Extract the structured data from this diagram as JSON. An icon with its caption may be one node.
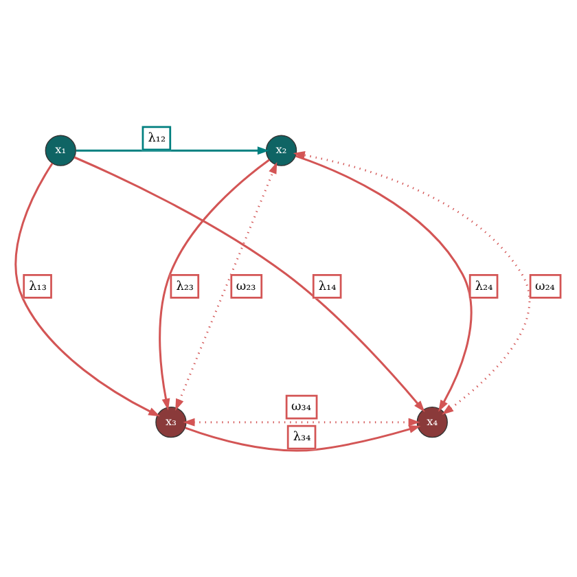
{
  "diagram": {
    "nodes": [
      {
        "text": [
          "x₁"
        ]
      },
      {
        "text": [
          "x₂"
        ]
      },
      {
        "text": [
          "x₃"
        ]
      },
      {
        "text": [
          "x₄"
        ]
      }
    ],
    "edges": [
      {
        "from": 0,
        "to": 1,
        "arrow": "to",
        "label": "λ₁₂",
        "color": "#007f7f"
      },
      {
        "from": 0,
        "to": 3,
        "arrow": "to",
        "label": "λ₁₄"
      },
      {
        "from": 0,
        "to": 2,
        "arrow": "to",
        "label": "λ₁₃"
      },
      {
        "from": 2,
        "to": 1,
        "arrow": "both",
        "label": "ω₂₃",
        "style": "dashed"
      },
      {
        "from": 1,
        "to": 2,
        "arrow": "to",
        "label": "λ₂₃"
      },
      {
        "from": 1,
        "to": 3,
        "arrow": "to",
        "label": "λ₂₄"
      },
      {
        "from": 3,
        "to": 1,
        "arrow": "both",
        "label": "ω₂₄",
        "style": "dashed"
      },
      {
        "from": 2,
        "to": 3,
        "arrow": "to",
        "label": "λ₃₄"
      },
      {
        "from": 2,
        "to": 3,
        "arrow": "both",
        "label": "ω₃₄",
        "style": "dashed"
      }
    ]
  }
}
